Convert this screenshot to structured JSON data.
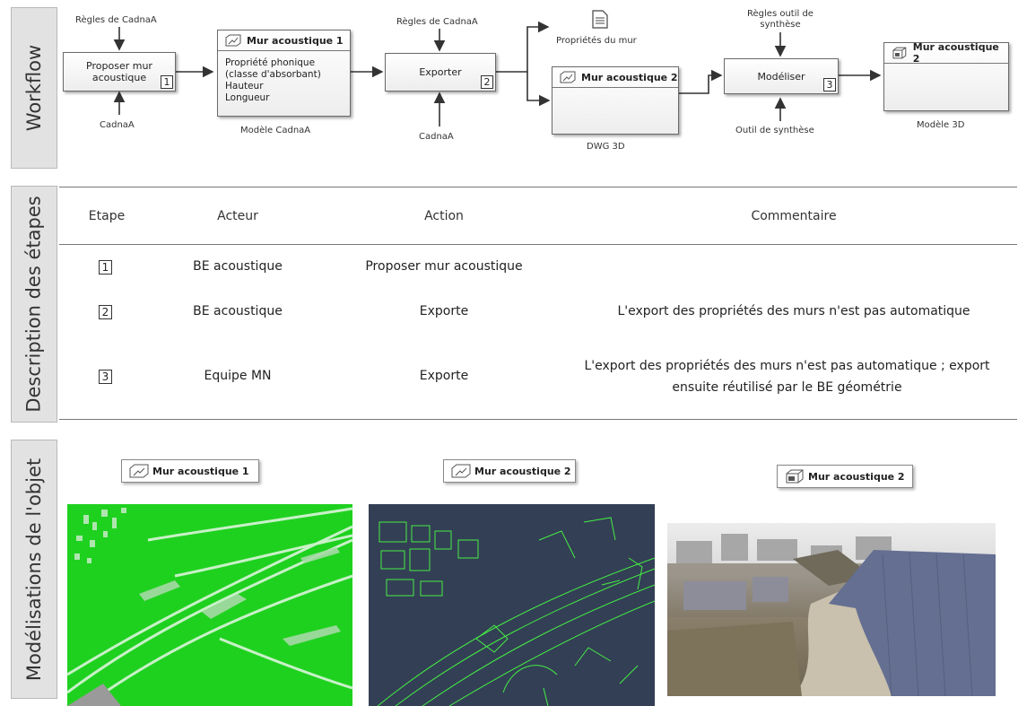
{
  "sections": {
    "workflow": "Workflow",
    "description": "Description des étapes",
    "modelisations": "Modélisations de l'objet"
  },
  "workflow": {
    "inputs": {
      "regles_cadnaa_1": "Règles de CadnaA",
      "cadnaa_1": "CadnaA",
      "regles_cadnaa_2": "Règles de CadnaA",
      "cadnaa_2": "CadnaA",
      "regles_outil": "Règles outil de synthèse",
      "outil_synthese": "Outil de synthèse",
      "proprietes_mur": "Propriétés du mur"
    },
    "steps": [
      {
        "label": "Proposer mur acoustique",
        "number": "1"
      },
      {
        "label": "Exporter",
        "number": "2"
      },
      {
        "label": "Modéliser",
        "number": "3"
      }
    ],
    "objects": [
      {
        "title": "Mur acoustique 1",
        "lines": [
          "Propriété phonique",
          "(classe d'absorbant)",
          "Hauteur",
          "Longueur"
        ],
        "caption": "Modèle CadnaA"
      },
      {
        "title": "Mur acoustique 2",
        "lines": [],
        "caption": "DWG 3D"
      },
      {
        "title": "Mur acoustique 2",
        "lines": [],
        "caption": "Modèle 3D"
      }
    ]
  },
  "table": {
    "headers": {
      "etape": "Etape",
      "acteur": "Acteur",
      "action": "Action",
      "commentaire": "Commentaire"
    },
    "rows": [
      {
        "etape": "1",
        "acteur": "BE acoustique",
        "action": "Proposer mur acoustique",
        "commentaire": ""
      },
      {
        "etape": "2",
        "acteur": "BE acoustique",
        "action": "Exporte",
        "commentaire": "L'export des propriétés des murs n'est pas automatique"
      },
      {
        "etape": "3",
        "acteur": "Equipe MN",
        "action": "Exporte",
        "commentaire_l1": "L'export des propriétés des murs n'est pas automatique ; export",
        "commentaire_l2": "ensuite réutilisé par le BE géométrie"
      }
    ]
  },
  "models": [
    {
      "label": "Mur acoustique 1",
      "icon": "plan-icon"
    },
    {
      "label": "Mur acoustique 2",
      "icon": "plan-icon"
    },
    {
      "label": "Mur acoustique 2",
      "icon": "cube-icon"
    }
  ],
  "colors": {
    "green": "#1fd11f",
    "navy": "#333f55",
    "line": "#44ee44"
  }
}
